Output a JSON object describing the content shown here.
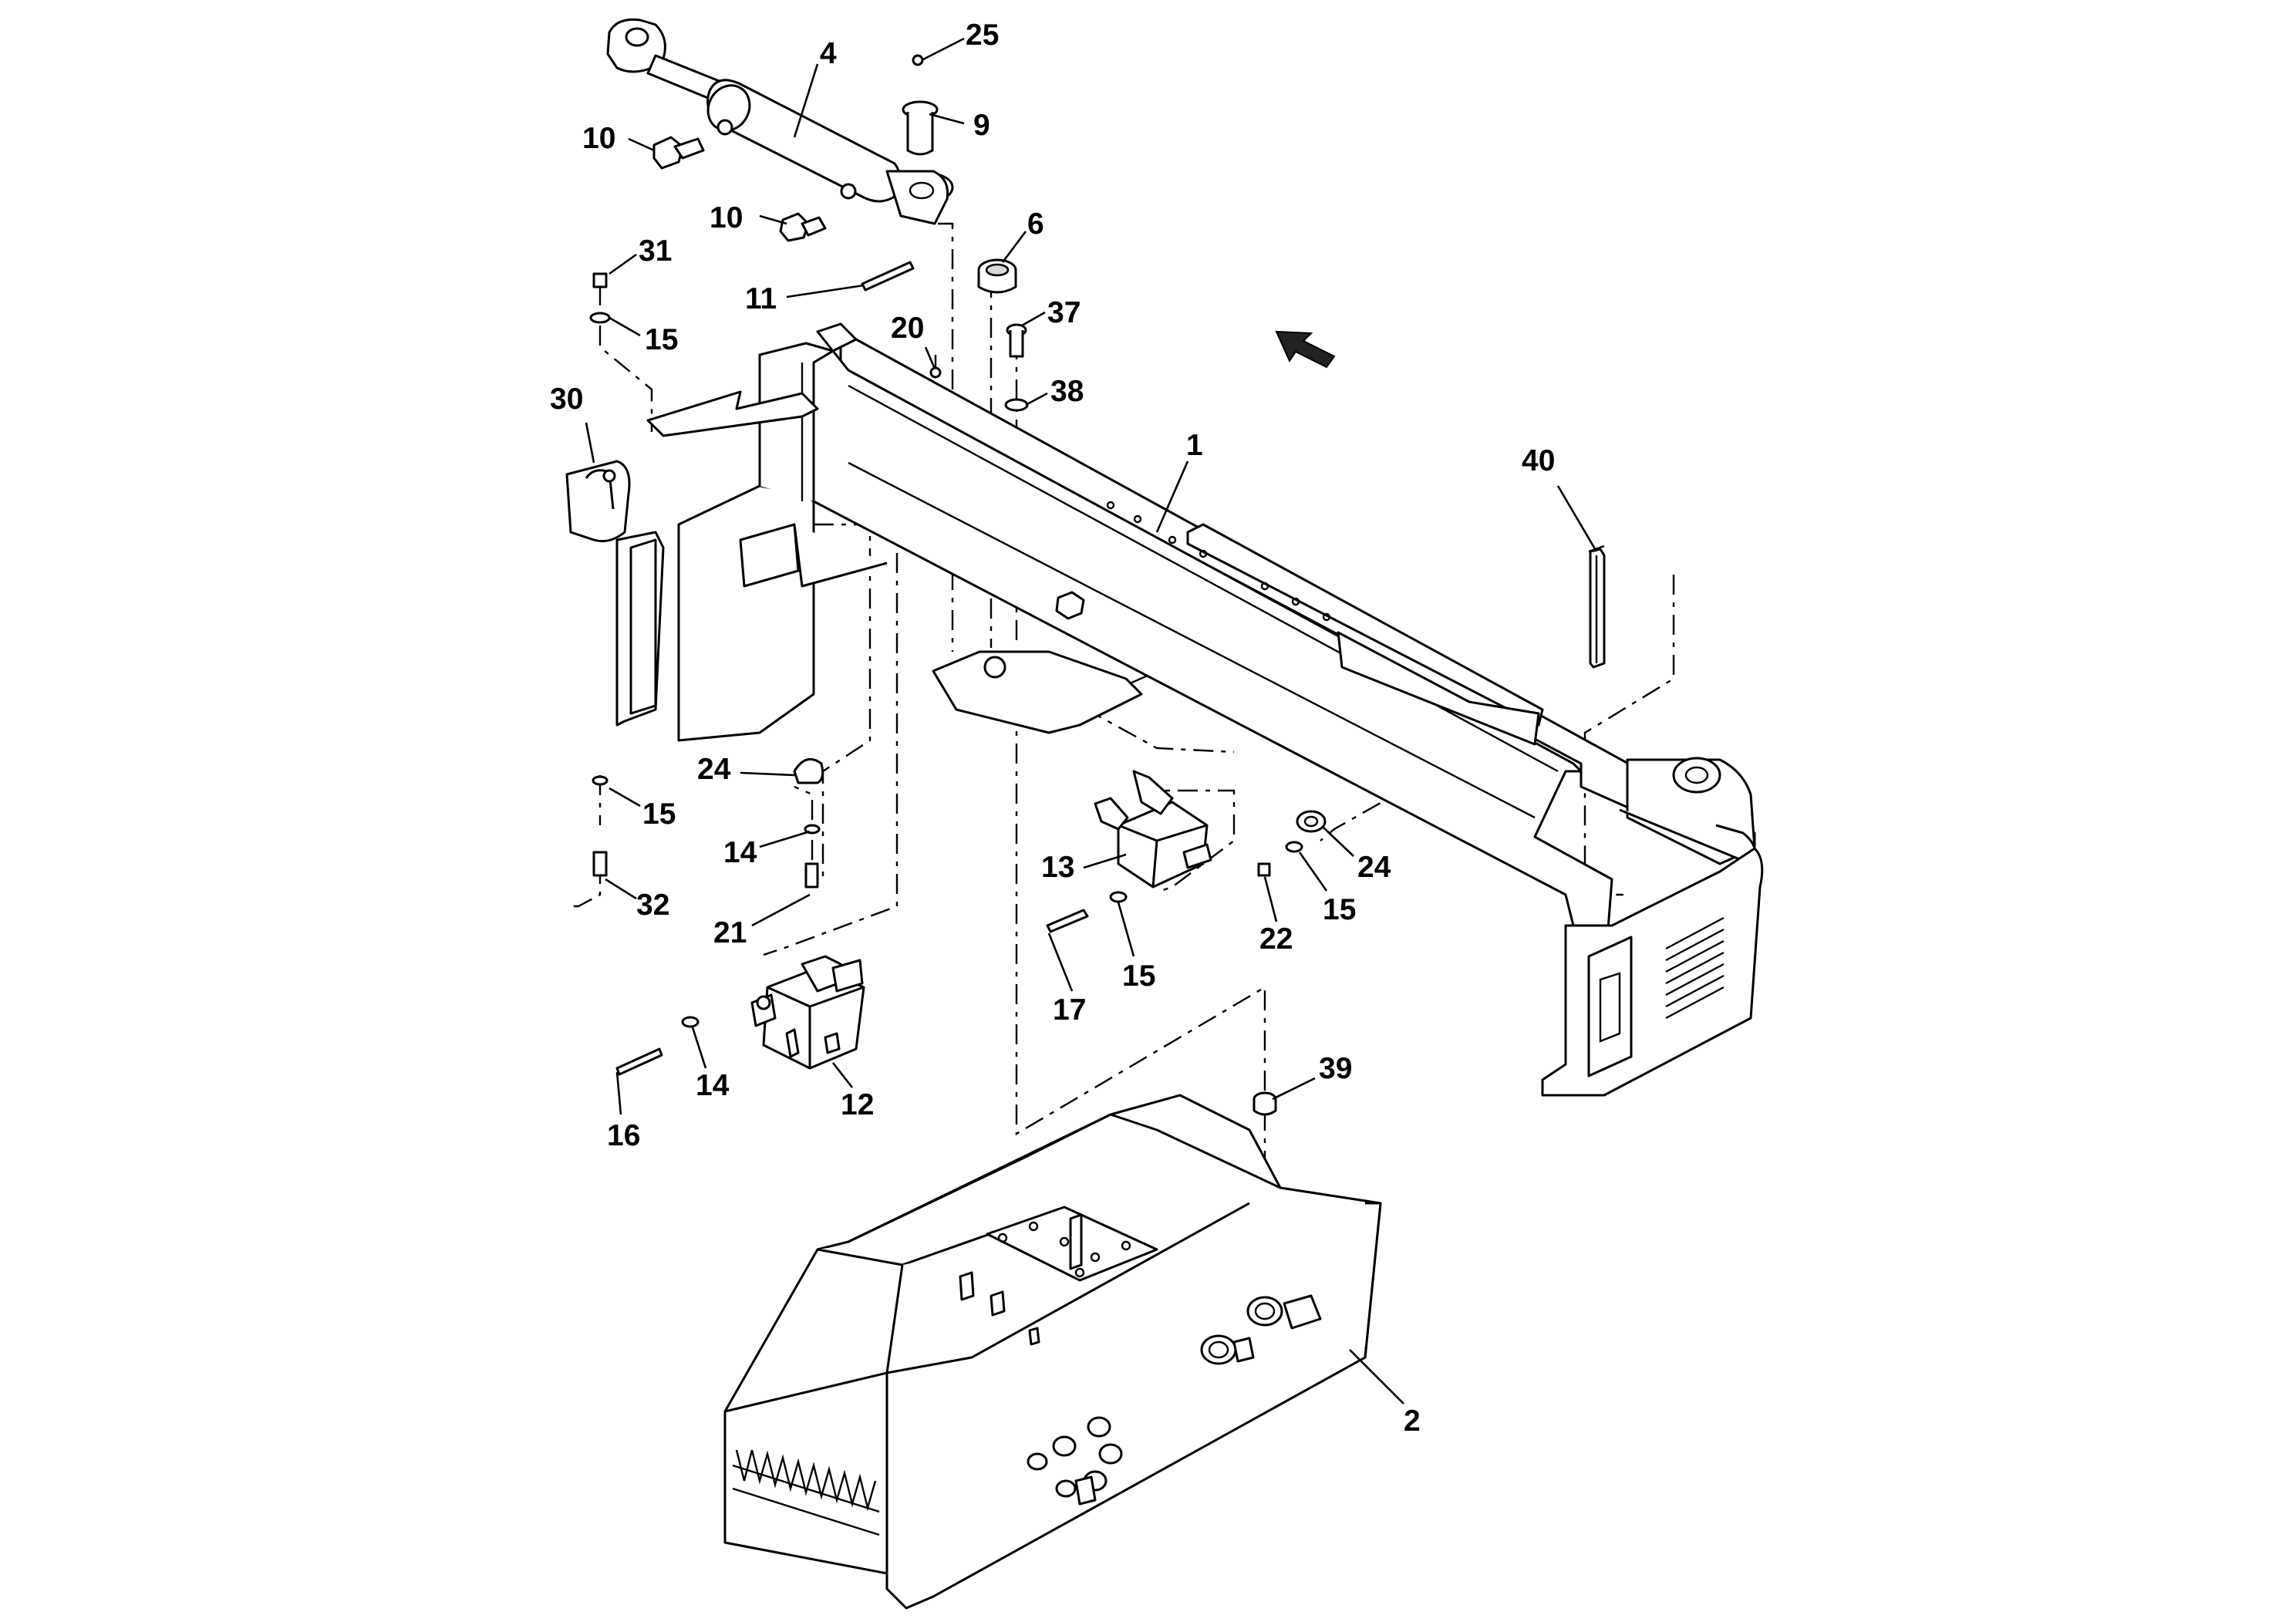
{
  "callouts": [
    {
      "id": "c25",
      "text": "25"
    },
    {
      "id": "c4",
      "text": "4"
    },
    {
      "id": "c9",
      "text": "9"
    },
    {
      "id": "c10a",
      "text": "10"
    },
    {
      "id": "c10b",
      "text": "10"
    },
    {
      "id": "c6",
      "text": "6"
    },
    {
      "id": "c31",
      "text": "31"
    },
    {
      "id": "c11",
      "text": "11"
    },
    {
      "id": "c15a",
      "text": "15"
    },
    {
      "id": "c20",
      "text": "20"
    },
    {
      "id": "c37",
      "text": "37"
    },
    {
      "id": "c30",
      "text": "30"
    },
    {
      "id": "c38",
      "text": "38"
    },
    {
      "id": "c1",
      "text": "1"
    },
    {
      "id": "c40",
      "text": "40"
    },
    {
      "id": "c24a",
      "text": "24"
    },
    {
      "id": "c15b",
      "text": "15"
    },
    {
      "id": "c14a",
      "text": "14"
    },
    {
      "id": "c32",
      "text": "32"
    },
    {
      "id": "c21",
      "text": "21"
    },
    {
      "id": "c13",
      "text": "13"
    },
    {
      "id": "c24b",
      "text": "24"
    },
    {
      "id": "c22",
      "text": "22"
    },
    {
      "id": "c15c",
      "text": "15"
    },
    {
      "id": "c17",
      "text": "17"
    },
    {
      "id": "c15d",
      "text": "15"
    },
    {
      "id": "c39",
      "text": "39"
    },
    {
      "id": "c14b",
      "text": "14"
    },
    {
      "id": "c12",
      "text": "12"
    },
    {
      "id": "c16",
      "text": "16"
    },
    {
      "id": "c2",
      "text": "2"
    }
  ],
  "icons": {
    "direction_arrow": "front-direction-arrow-icon"
  }
}
